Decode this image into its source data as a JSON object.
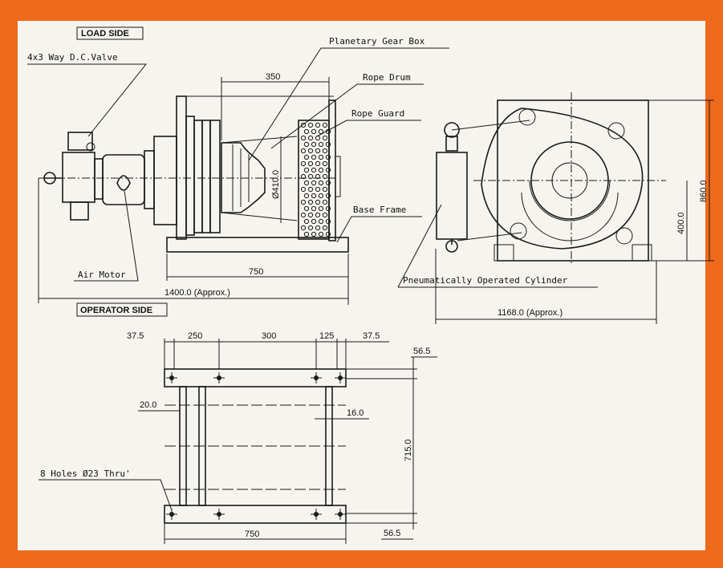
{
  "colors": {
    "border": "#ef6a1c",
    "paper": "#f6f4ee",
    "ink": "#1a1a1a"
  },
  "labels": {
    "load_side": "LOAD SIDE",
    "operator_side": "OPERATOR SIDE",
    "valve": "4x3 Way D.C.Valve",
    "gearbox": "Planetary Gear Box",
    "drum": "Rope Drum",
    "guard": "Rope Guard",
    "base": "Base Frame",
    "motor": "Air Motor",
    "cylinder": "Pneumatically Operated Cylinder",
    "holes": "8 Holes Ø23 Thru'"
  },
  "dims": {
    "d350": "350",
    "d410": "Ø410.0",
    "d750_side": "750",
    "d1400": "1400.0 (Approx.)",
    "d860": "860.0",
    "d400": "400.0",
    "d1168": "1168.0 (Approx.)",
    "t375a": "37.5",
    "t250": "250",
    "t300": "300",
    "t125": "125",
    "t375b": "37.5",
    "t565": "56.5",
    "d200": "20.0",
    "d160": "16.0",
    "d715": "715.0",
    "d750_base": "750",
    "b565": "56.5"
  }
}
